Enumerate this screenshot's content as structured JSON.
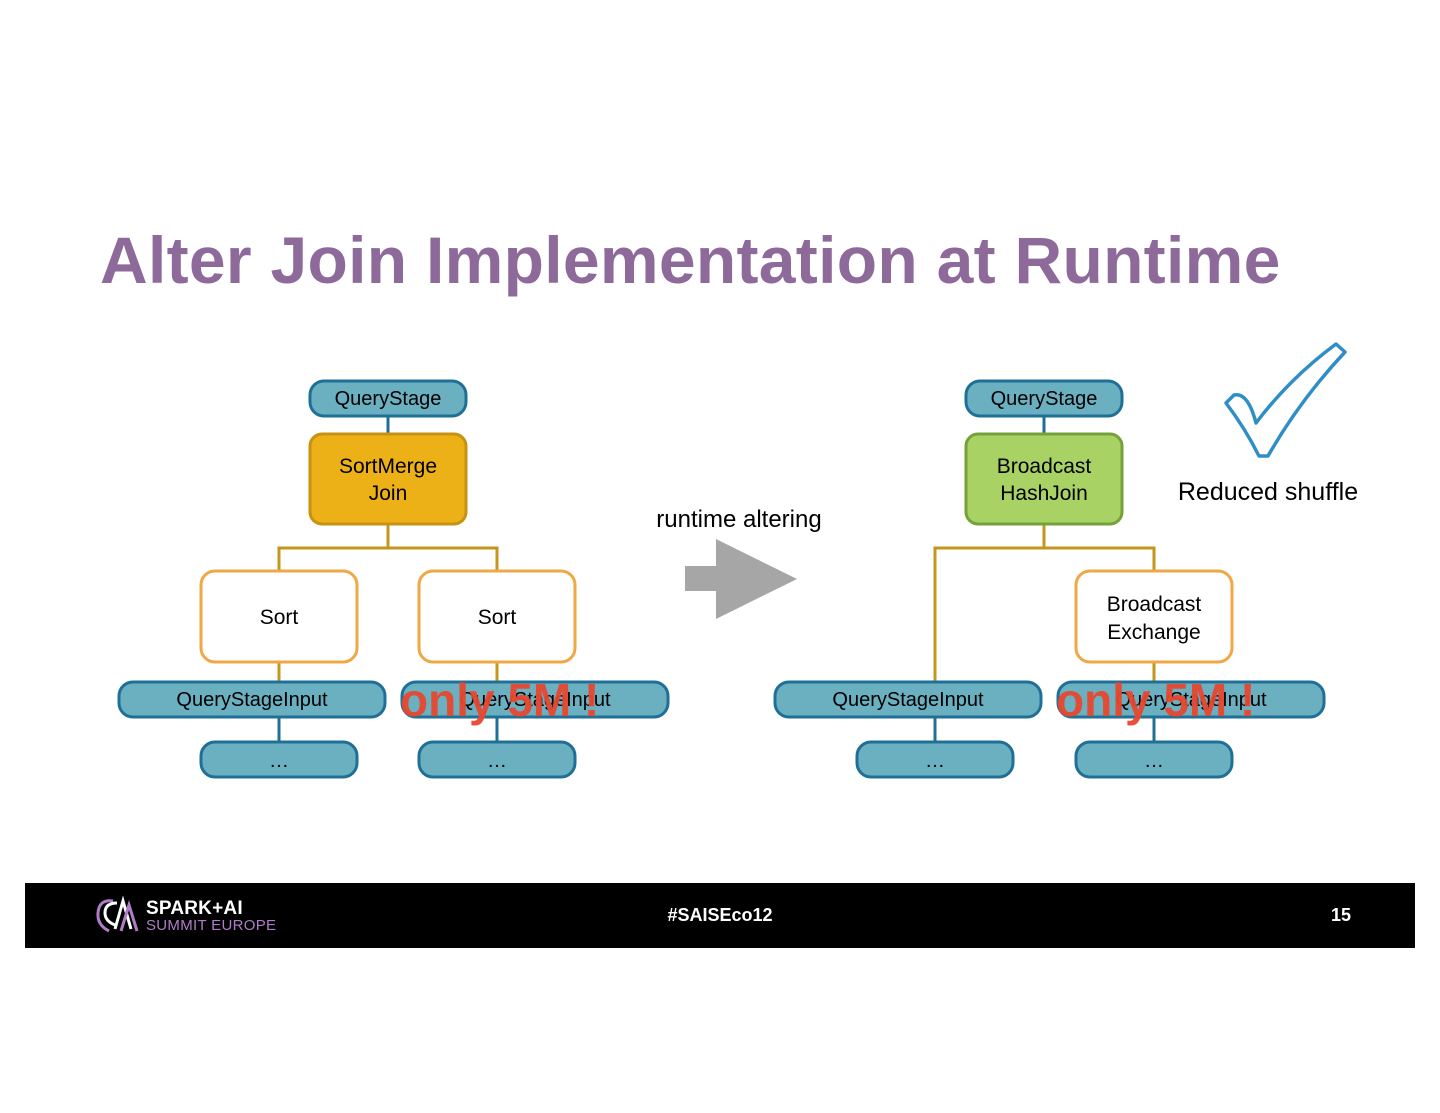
{
  "slide": {
    "title": "Alter Join Implementation at Runtime"
  },
  "left_plan": {
    "query_stage": "QueryStage",
    "join_line1": "SortMerge",
    "join_line2": "Join",
    "sort_left": "Sort",
    "sort_right": "Sort",
    "input_left": "QueryStageInput",
    "input_right": "QueryStageInput",
    "ellipsis_left": "…",
    "ellipsis_right": "…",
    "callout": "only 5M !"
  },
  "transition": {
    "label": "runtime altering"
  },
  "right_plan": {
    "query_stage": "QueryStage",
    "join_line1": "Broadcast",
    "join_line2": "HashJoin",
    "exchange_line1": "Broadcast",
    "exchange_line2": "Exchange",
    "input_left": "QueryStageInput",
    "input_right": "QueryStageInput",
    "ellipsis_left": "…",
    "ellipsis_right": "…",
    "callout": "only 5M !"
  },
  "result": {
    "label": "Reduced shuffle"
  },
  "footer": {
    "logo_line1": "SPARK+AI",
    "logo_line2": "SUMMIT EUROPE",
    "hashtag": "#SAISEco12",
    "page_number": "15"
  },
  "colors": {
    "title": "#8e6a9b",
    "stage_fill": "#6bb0c0",
    "stage_stroke": "#1f6f96",
    "sortmerge_fill": "#ecb116",
    "sortmerge_stroke": "#c79212",
    "broadcast_join_fill": "#a9d265",
    "broadcast_join_stroke": "#73a13a",
    "operator_stroke": "#f0a745",
    "connector_gold": "#c3961c",
    "connector_blue": "#1f6f96",
    "callout": "#e8472f",
    "checkmark": "#2f8ec6",
    "arrow": "#a6a6a6"
  }
}
